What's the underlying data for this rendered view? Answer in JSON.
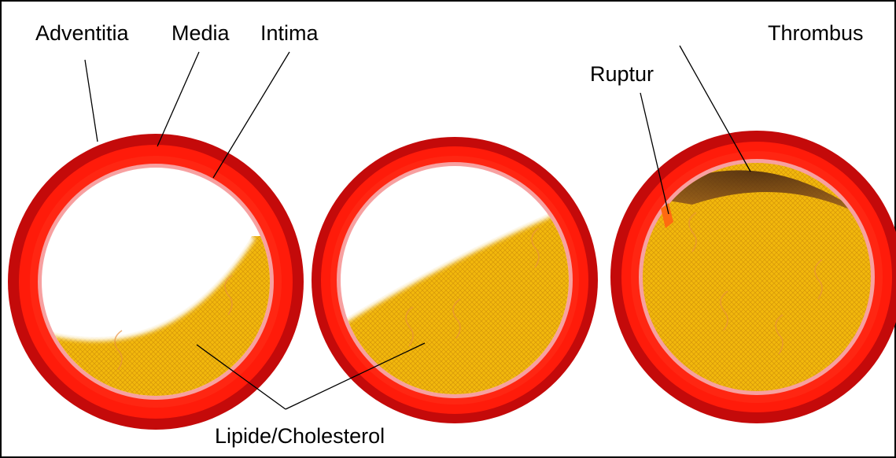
{
  "labels": {
    "adventitia": "Adventitia",
    "media": "Media",
    "intima": "Intima",
    "thrombus": "Thrombus",
    "ruptur": "Ruptur",
    "lipid": "Lipide/Cholesterol"
  },
  "colors": {
    "adventitia": "#c40a0a",
    "media": "#ff1b0a",
    "intima": "#f7a0a0",
    "lumen": "#ffffff",
    "plaque": "#f2b80c",
    "plaque_mesh": "#cf8d08",
    "thrombus": "#6b3c1c",
    "border": "#000000"
  },
  "panels": [
    {
      "name": "early-plaque",
      "plaque_coverage": "partial",
      "rupture": false,
      "thrombus": false
    },
    {
      "name": "advanced-plaque",
      "plaque_coverage": "large",
      "rupture": false,
      "thrombus": false
    },
    {
      "name": "ruptured-plaque",
      "plaque_coverage": "full",
      "rupture": true,
      "thrombus": true
    }
  ]
}
